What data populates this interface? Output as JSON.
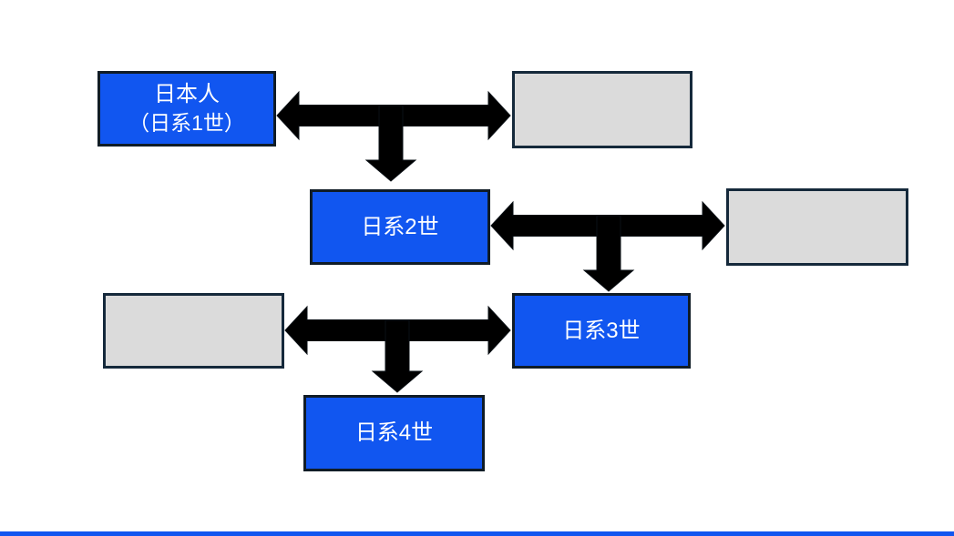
{
  "slide": {
    "description": "Generational flowchart of Japanese emigrant descendants (Nikkei generations)",
    "background": "#FFFFFF",
    "boxes": {
      "gen1": {
        "line1": "日本人",
        "line2": "（日系1世）"
      },
      "gen2": {
        "label": "日系2世"
      },
      "gen3": {
        "label": "日系3世"
      },
      "gen4": {
        "label": "日系4世"
      },
      "spouse1": {
        "label": ""
      },
      "spouse2": {
        "label": ""
      },
      "spouse3": {
        "label": ""
      }
    },
    "connectors": [
      {
        "type": "double-arrow-with-down-branch",
        "from": "gen1",
        "to": "spouse1",
        "child": "gen2"
      },
      {
        "type": "double-arrow-with-down-branch",
        "from": "gen2",
        "to": "spouse2",
        "child": "gen3"
      },
      {
        "type": "double-arrow-with-down-branch",
        "from": "spouse3",
        "to": "gen3",
        "child": "gen4"
      }
    ],
    "colors": {
      "generation_box_fill": "#1156F0",
      "spouse_box_fill": "#DBDBDB",
      "generation_box_border": "#101C26",
      "spouse_box_border": "#15293B",
      "arrow": "#000000",
      "label_text": "#FFFFFF",
      "accent_bar": "#1156F0"
    }
  }
}
